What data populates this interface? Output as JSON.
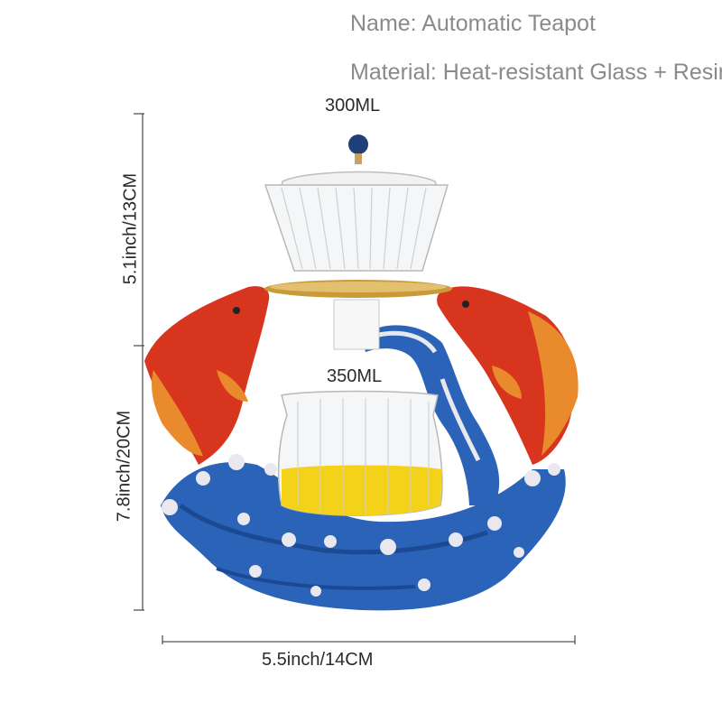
{
  "product": {
    "name_line": "Name: Automatic Teapot",
    "material_line": "Material: Heat-resistant Glass + Resin"
  },
  "capacities": {
    "top": "300ML",
    "bottom": "350ML"
  },
  "dimensions": {
    "top_height": "5.1inch/13CM",
    "total_height": "7.8inch/20CM",
    "width": "5.5inch/14CM"
  },
  "colors": {
    "text_gray": "#8a8a8a",
    "dim_line": "#555555",
    "koi_red": "#d8351f",
    "koi_orange": "#e98a2c",
    "wave_blue": "#2a63b8",
    "tea_yellow": "#f5d21a",
    "gold_ring": "#c89a3a"
  }
}
